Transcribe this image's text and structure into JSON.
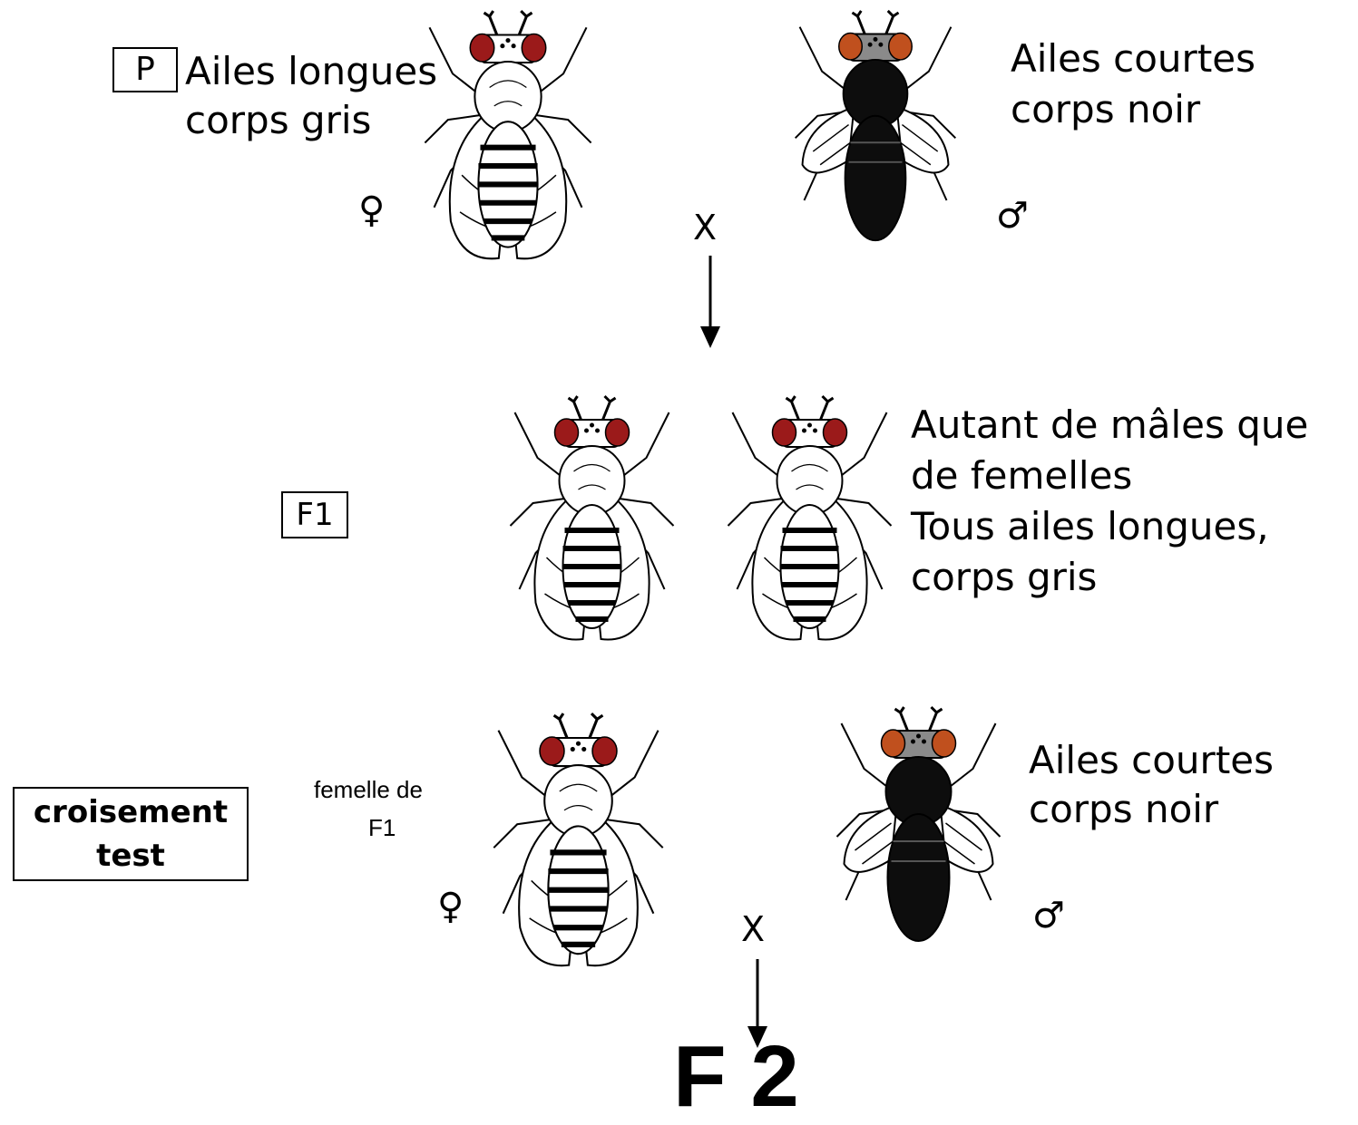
{
  "parents": {
    "label": "P",
    "female_text_line1": "Ailes longues",
    "female_text_line2": "corps gris",
    "male_text_line1": "Ailes courtes",
    "male_text_line2": "corps noir",
    "female_symbol": "♀",
    "male_symbol": "♂",
    "cross_symbol": "X"
  },
  "f1": {
    "label": "F1",
    "text_line1": "Autant de mâles que",
    "text_line2": "de femelles",
    "text_line3": "Tous ailes longues,",
    "text_line4": "corps gris"
  },
  "test_cross": {
    "label_line1": "croisement",
    "label_line2": "test",
    "female_caption_line1": "femelle de",
    "female_caption_line2": "F1",
    "male_text_line1": "Ailes courtes",
    "male_text_line2": "corps noir",
    "female_symbol": "♀",
    "male_symbol": "♂",
    "cross_symbol": "X"
  },
  "f2": {
    "label": "F 2"
  },
  "colors": {
    "eye_red": "#9b1a1a",
    "eye_orange": "#c0501e",
    "body_black": "#0d0d0d",
    "head_grey": "#8a8a8a"
  }
}
